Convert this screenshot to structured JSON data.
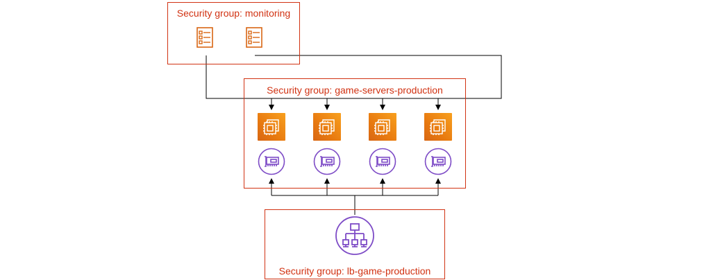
{
  "groups": {
    "monitoring": "Security group: monitoring",
    "game_servers": "Security group: game-servers-production",
    "lb": "Security group: lb-game-production"
  },
  "icons": {
    "monitoring": [
      "document-list-icon",
      "document-list-icon"
    ],
    "servers": [
      "ec2-instance-icon",
      "ec2-instance-icon",
      "ec2-instance-icon",
      "ec2-instance-icon"
    ],
    "network_interfaces": [
      "network-interface-icon",
      "network-interface-icon",
      "network-interface-icon",
      "network-interface-icon"
    ],
    "load_balancer": "load-balancer-icon"
  },
  "colors": {
    "security_group_border": "#d13212",
    "ec2_orange": "#e87a10",
    "network_purple": "#7d4bc6",
    "monitoring_orange": "#d86613",
    "connector": "#000000"
  }
}
